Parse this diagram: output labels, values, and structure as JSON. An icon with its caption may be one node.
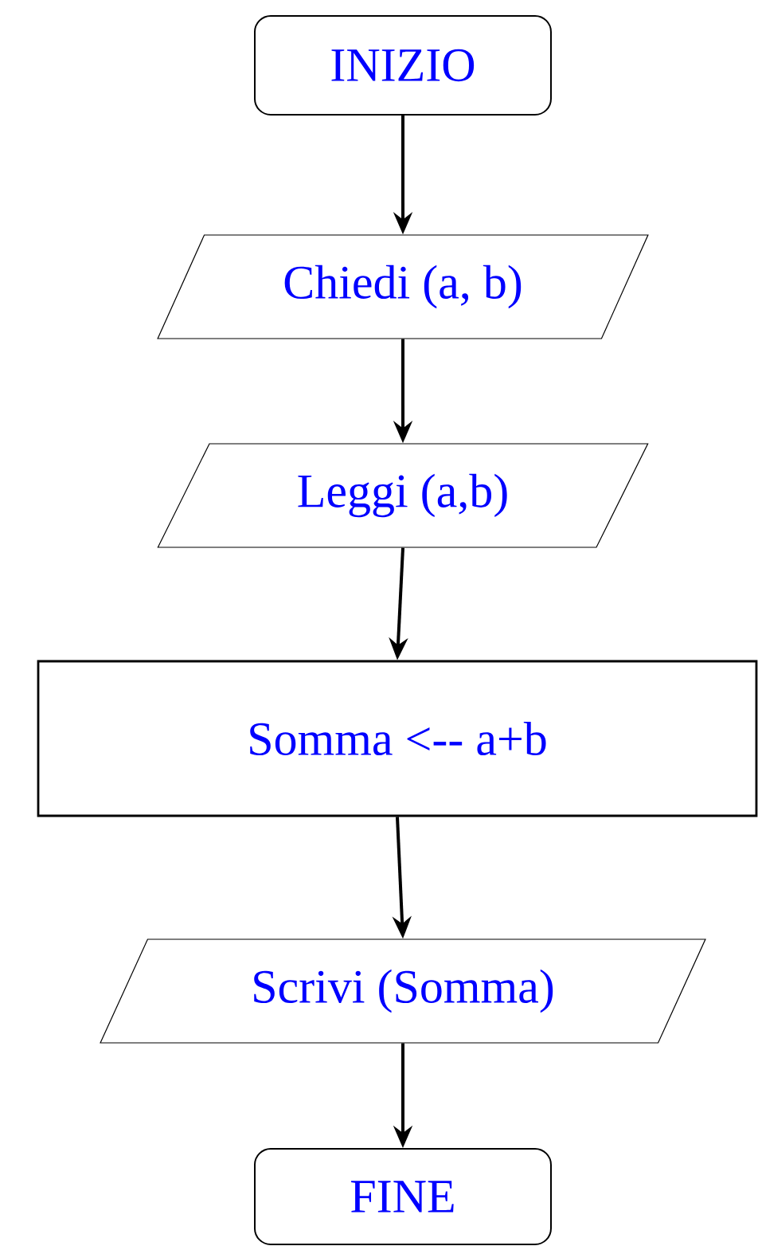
{
  "diagram": {
    "nodes": [
      {
        "text": [
          "INIZIO"
        ]
      },
      {
        "text": [
          "Chiedi (a, b)"
        ]
      },
      {
        "text": [
          "Leggi (a,b)"
        ]
      },
      {
        "text": [
          "Somma <-- a+b"
        ]
      },
      {
        "text": [
          "Scrivi (Somma)"
        ]
      },
      {
        "text": [
          "FINE"
        ]
      }
    ],
    "edges": [
      {
        "from": 0,
        "to": 1,
        "arrow": "to"
      },
      {
        "from": 1,
        "to": 2,
        "arrow": "to"
      },
      {
        "from": 2,
        "to": 3,
        "arrow": "to"
      },
      {
        "from": 3,
        "to": 4,
        "arrow": "to"
      },
      {
        "from": 4,
        "to": 5,
        "arrow": "to"
      }
    ]
  }
}
